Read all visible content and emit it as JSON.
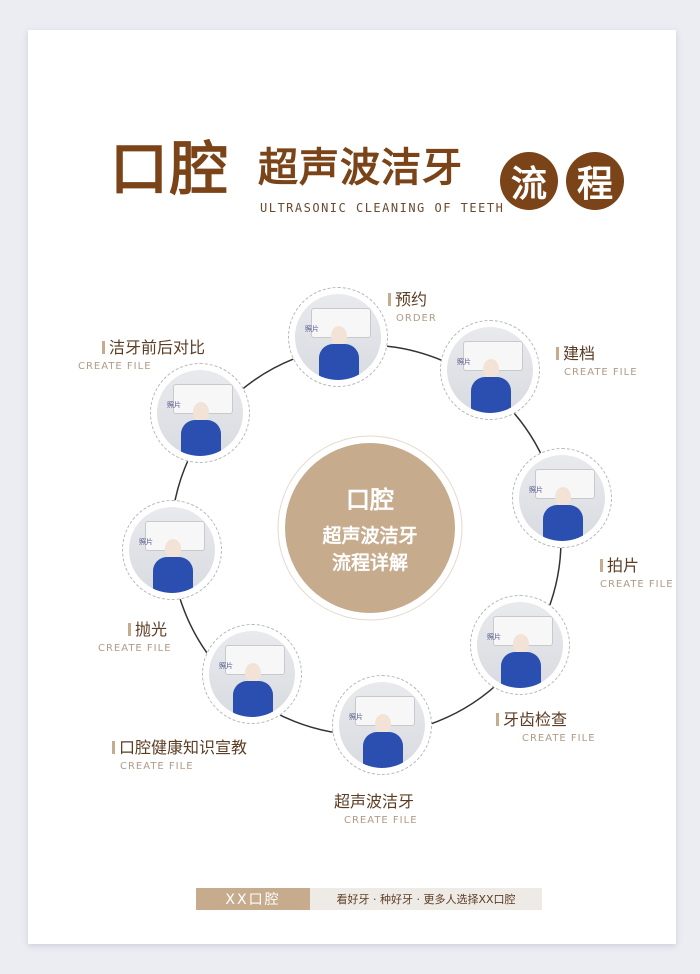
{
  "header": {
    "title_main": "口腔",
    "title_sub": "超声波洁牙",
    "badge_1": "流",
    "badge_2": "程",
    "title_en": "ULTRASONIC CLEANING OF TEETH"
  },
  "center": {
    "line_1": "口腔",
    "line_2": "超声波洁牙",
    "line_3": "流程详解"
  },
  "photo_tag": "照片",
  "steps": [
    {
      "zh": "预约",
      "en": "ORDER"
    },
    {
      "zh": "建档",
      "en": "CREATE FILE"
    },
    {
      "zh": "拍片",
      "en": "CREATE FILE"
    },
    {
      "zh": "牙齿检查",
      "en": "CREATE FILE"
    },
    {
      "zh": "超声波洁牙",
      "en": "CREATE FILE"
    },
    {
      "zh": "口腔健康知识宣教",
      "en": "CREATE FILE"
    },
    {
      "zh": "抛光",
      "en": "CREATE FILE"
    },
    {
      "zh": "洁牙前后对比",
      "en": "CREATE FILE"
    }
  ],
  "footer": {
    "brand": "XX口腔",
    "slogan": "看好牙 · 种好牙 · 更多人选择XX口腔"
  },
  "colors": {
    "brand_brown": "#7a4318",
    "tan": "#c6ab8d",
    "scrub_blue": "#2b4fb0"
  }
}
